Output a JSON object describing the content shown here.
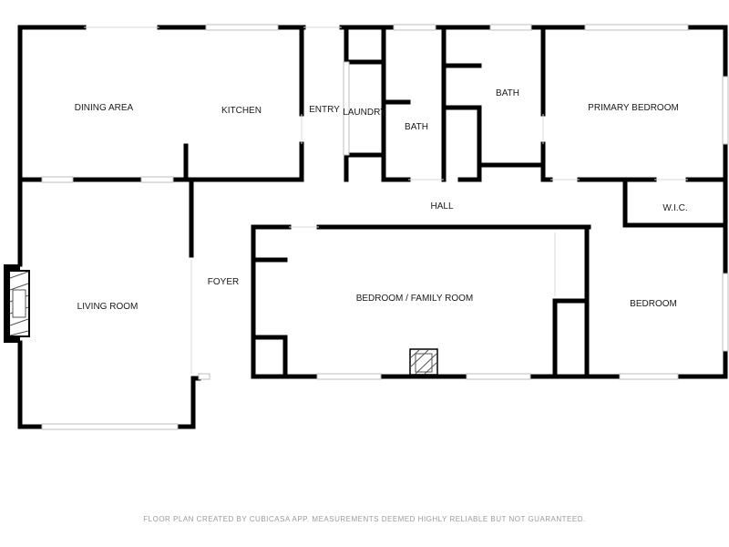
{
  "rooms": {
    "dining_area": "DINING AREA",
    "kitchen": "KITCHEN",
    "entry": "ENTRY",
    "laundry": "LAUNDRY",
    "bath_1": "BATH",
    "bath_2": "BATH",
    "primary_bedroom": "PRIMARY BEDROOM",
    "hall": "HALL",
    "wic": "W.I.C.",
    "foyer": "FOYER",
    "living_room": "LIVING ROOM",
    "bedroom_family_room": "BEDROOM / FAMILY ROOM",
    "bedroom": "BEDROOM"
  },
  "footer_note": "FLOOR PLAN CREATED BY CUBICASA APP. MEASUREMENTS DEEMED HIGHLY RELIABLE BUT NOT GUARANTEED.",
  "colors": {
    "wall": "#000000",
    "window": "#bdbdbd",
    "hatch": "#555555",
    "footer": "#9a9a9a"
  }
}
